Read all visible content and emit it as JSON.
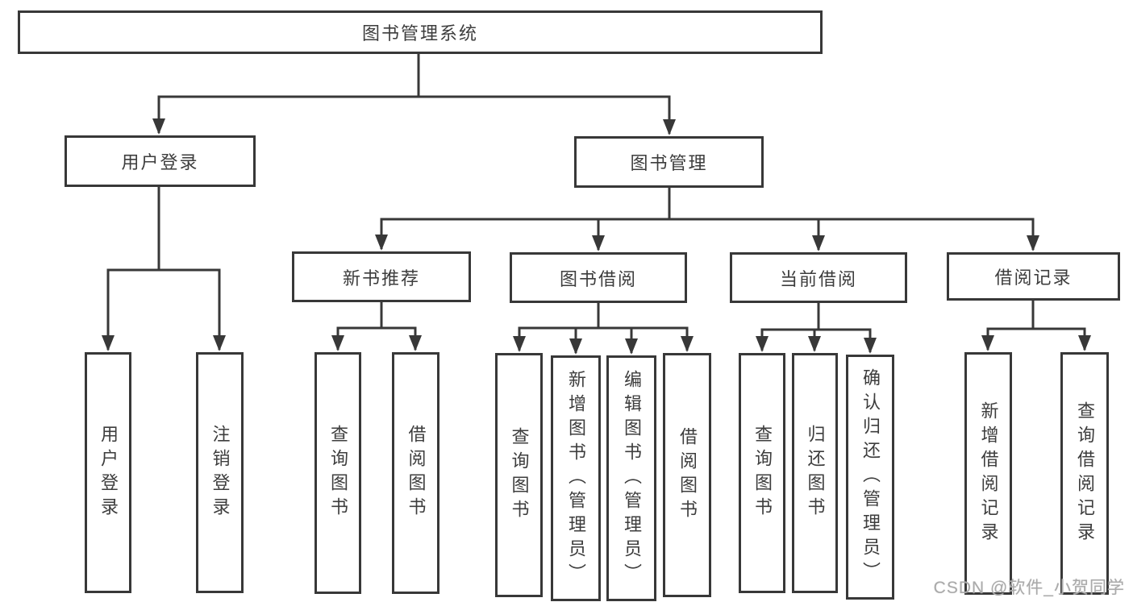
{
  "colors": {
    "line": "#383838",
    "text": "#3d3d3d",
    "watermark": "#aaaaaa",
    "background": "#ffffff"
  },
  "watermark": {
    "text": "CSDN @软件_小贺同学"
  },
  "nodes": {
    "root": {
      "label": "图书管理系统"
    },
    "userLogin": {
      "label": "用户登录"
    },
    "bookMgmt": {
      "label": "图书管理"
    },
    "newBooks": {
      "label": "新书推荐"
    },
    "bookBorrow": {
      "label": "图书借阅"
    },
    "currentBorrow": {
      "label": "当前借阅"
    },
    "borrowRecords": {
      "label": "借阅记录"
    },
    "leafUserLogin": {
      "label": "用户登录"
    },
    "leafLogout": {
      "label": "注销登录"
    },
    "leafSearchBookA": {
      "label": "查询图书"
    },
    "leafBorrowBookA": {
      "label": "借阅图书"
    },
    "leafSearchBookB": {
      "label": "查询图书"
    },
    "leafAddBook": {
      "label": "新增图书（管理员）"
    },
    "leafEditBook": {
      "label": "编辑图书（管理员）"
    },
    "leafBorrowBookB": {
      "label": "借阅图书"
    },
    "leafSearchBookC": {
      "label": "查询图书"
    },
    "leafReturnBook": {
      "label": "归还图书"
    },
    "leafConfirmReturn": {
      "label": "确认归还（管理员）"
    },
    "leafAddBorrowRecord": {
      "label": "新增借阅记录"
    },
    "leafSearchBorrowRecord": {
      "label": "查询借阅记录"
    }
  }
}
